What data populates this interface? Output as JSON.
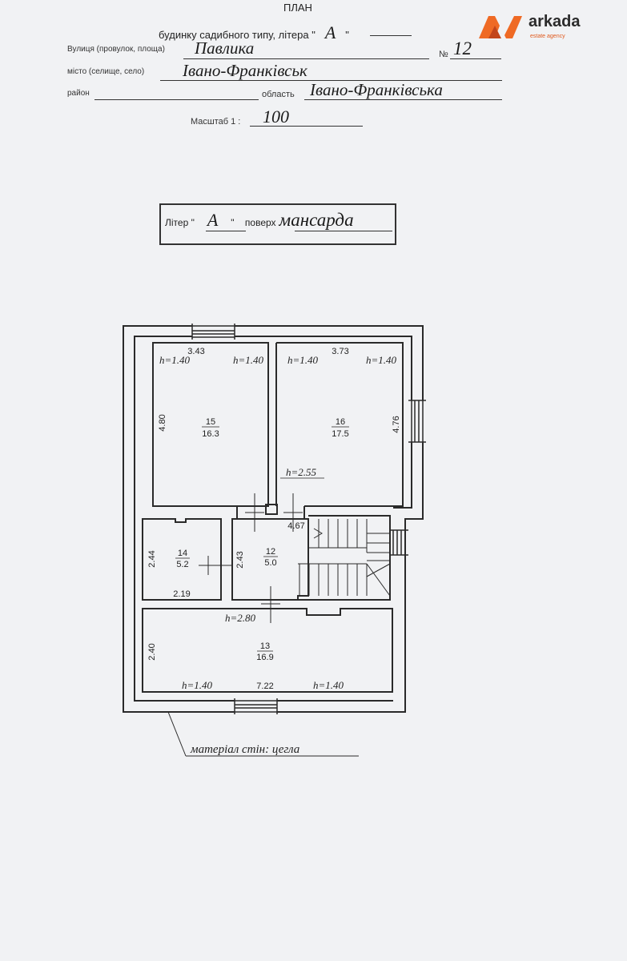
{
  "header": {
    "title": "ПЛАН",
    "subtitle_prefix": "будинку садибного типу, літера \"",
    "subtitle_letter": "А",
    "subtitle_suffix": "\""
  },
  "brand": {
    "name": "arkada",
    "tagline": "estate agency"
  },
  "form": {
    "street_label": "Вулиця (провулок, площа)",
    "street_value": "Павлика",
    "number_label": "№",
    "number_value": "12",
    "city_label": "місто (селище, село)",
    "city_value": "Івано-Франківськ",
    "district_label": "район",
    "region_label": "область",
    "region_value": "Івано-Франківська",
    "scale_label": "Масштаб 1 :",
    "scale_value": "100"
  },
  "floor_box": {
    "litera_label": "Літер \"",
    "litera_value": "А",
    "litera_close": "\"",
    "floor_label": "поверх",
    "floor_value": "мансарда"
  },
  "rooms": [
    {
      "number": "15",
      "area": "16.3",
      "width": "3.43",
      "length": "4.80"
    },
    {
      "number": "16",
      "area": "17.5",
      "width": "3.73",
      "length": "4.76"
    },
    {
      "number": "14",
      "area": "5.2",
      "width": "2.19",
      "length": "2.44"
    },
    {
      "number": "12",
      "area": "5.0",
      "width": "4.67",
      "length": "2.43"
    },
    {
      "number": "13",
      "area": "16.9",
      "width": "7.22",
      "length": "2.40"
    }
  ],
  "heights": {
    "low": "h=1.40",
    "corridor": "h=2.55",
    "hall": "h=2.80"
  },
  "wall_material": "матеріал стін: цегла"
}
